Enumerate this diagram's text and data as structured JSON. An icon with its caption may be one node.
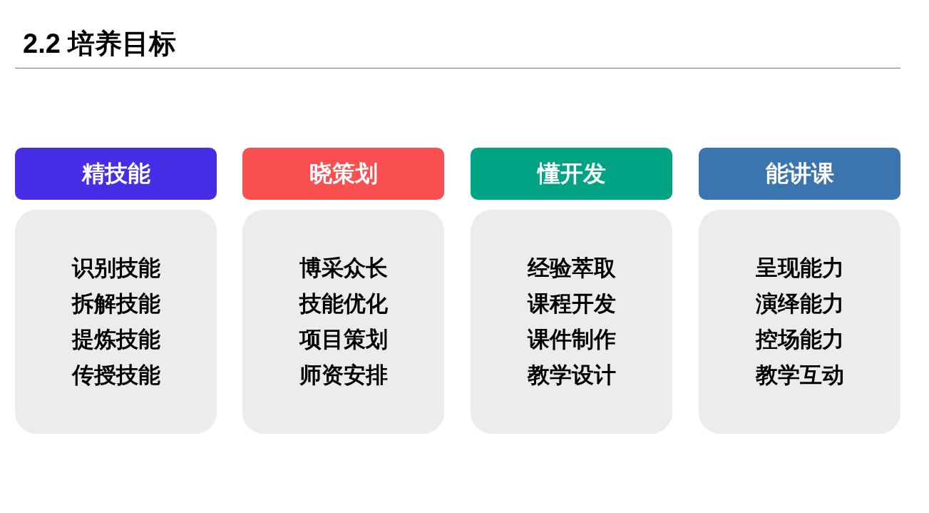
{
  "diagram": {
    "title": "2.2 培养目标",
    "nodes": [
      {
        "text": [
          "精技能"
        ]
      },
      {
        "text": [
          "识别技能",
          "拆解技能",
          "提炼技能",
          "传授技能"
        ]
      },
      {
        "text": [
          "晓策划"
        ]
      },
      {
        "text": [
          "博采众长",
          "技能优化",
          "项目策划",
          "师资安排"
        ]
      },
      {
        "text": [
          "懂开发"
        ]
      },
      {
        "text": [
          "经验萃取",
          "课程开发",
          "课件制作",
          "教学设计"
        ]
      },
      {
        "text": [
          "能讲课"
        ]
      },
      {
        "text": [
          "呈现能力",
          "演绎能力",
          "控场能力",
          "教学互动"
        ]
      }
    ],
    "edges": []
  }
}
